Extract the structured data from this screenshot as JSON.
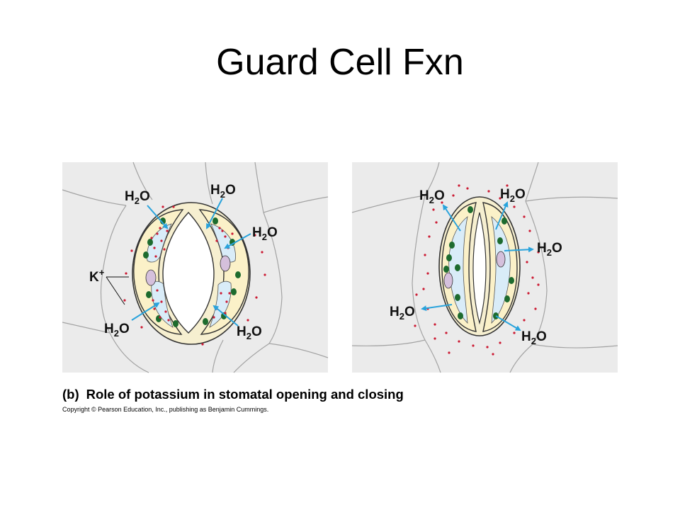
{
  "slide": {
    "title": "Guard Cell Fxn"
  },
  "figure": {
    "caption_tag": "(b)",
    "caption_text": "Role of potassium in stomatal opening and closing",
    "copyright": "Copyright © Pearson Education, Inc., publishing as Benjamin Cummings.",
    "water_label": {
      "main": "H",
      "sub": "2",
      "tail": "O"
    },
    "ion_label": {
      "main": "K",
      "sup": "+"
    },
    "colors": {
      "panel_bg": "#ebebeb",
      "cell_outline": "#9a9a9a",
      "guard_wall": "#f6efd0",
      "guard_cytoplasm": "#fbf1c8",
      "vacuole": "#d9ecf8",
      "chloroplast": "#1d6b2e",
      "nucleus": "#d5c0dc",
      "potassium_dot": "#cc1a33",
      "arrow": "#29a3dc"
    }
  }
}
